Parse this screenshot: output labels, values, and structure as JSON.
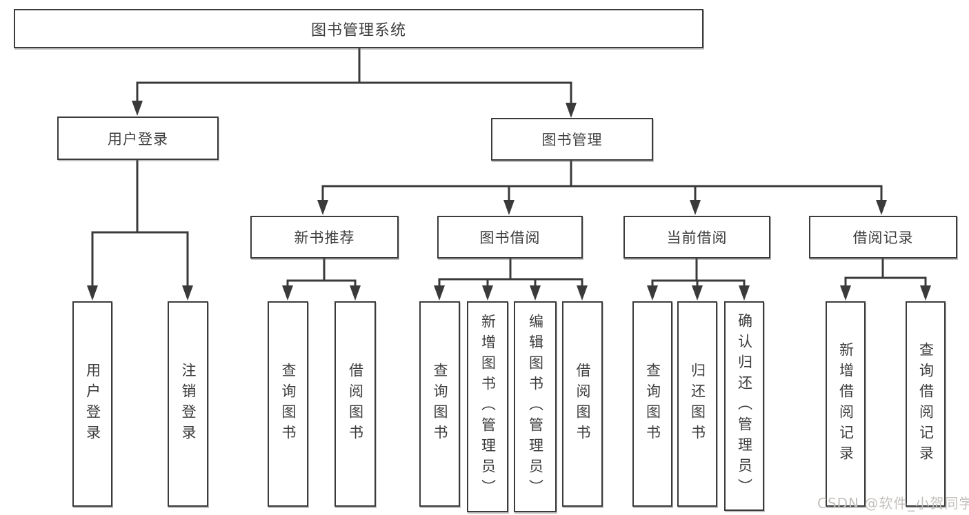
{
  "diagram": {
    "root": "图书管理系统",
    "branches": [
      {
        "label": "用户登录",
        "children": [
          "用户登录",
          "注销登录"
        ]
      },
      {
        "label": "图书管理",
        "groups": [
          {
            "label": "新书推荐",
            "children": [
              "查询图书",
              "借阅图书"
            ]
          },
          {
            "label": "图书借阅",
            "children": [
              "查询图书",
              "新增图书（管理员）",
              "编辑图书（管理员）",
              "借阅图书"
            ]
          },
          {
            "label": "当前借阅",
            "children": [
              "查询图书",
              "归还图书",
              "确认归还（管理员）"
            ]
          },
          {
            "label": "借阅记录",
            "children": [
              "新增借阅记录",
              "查询借阅记录"
            ]
          }
        ]
      }
    ]
  },
  "watermark": {
    "text": "CSDN @软件_小贺同学"
  },
  "colors": {
    "line": "#3a3a3a",
    "text": "#3d3d3d",
    "background": "#ffffff",
    "watermark": "#c3bfbc"
  }
}
